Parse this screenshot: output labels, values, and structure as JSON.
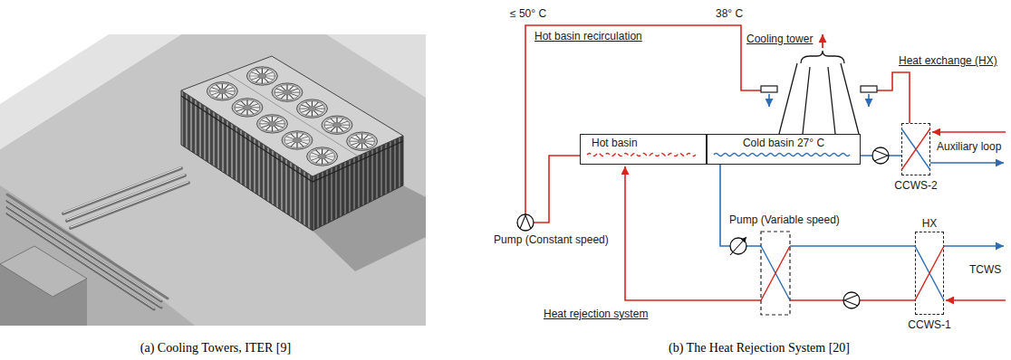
{
  "diagram": {
    "nodes": [
      {
        "text": [
          "Cooling tower"
        ]
      },
      {
        "text": [
          "Hot basin"
        ]
      },
      {
        "text": [
          "Cold basin 27° C"
        ]
      },
      {
        "text": [
          "CCWS-2"
        ]
      },
      {
        "text": [
          "HX",
          "CCWS-1"
        ]
      }
    ],
    "edges": [
      {
        "from": 1,
        "to": 0,
        "arrow": "none"
      },
      {
        "from": 2,
        "to": 3,
        "arrow": "none"
      },
      {
        "from": 3,
        "to": 0,
        "arrow": "none"
      }
    ],
    "labels": [
      "≤ 50° C",
      "38° C",
      "Hot basin recirculation",
      "Heat exchange (HX)",
      "Auxiliary loop",
      "Pump (Constant speed)",
      "Pump (Variable speed)",
      "TCWS",
      "Heat rejection system",
      "(a) Cooling Towers, ITER [9]",
      "(b) The Heat Rejection System [20]"
    ]
  }
}
